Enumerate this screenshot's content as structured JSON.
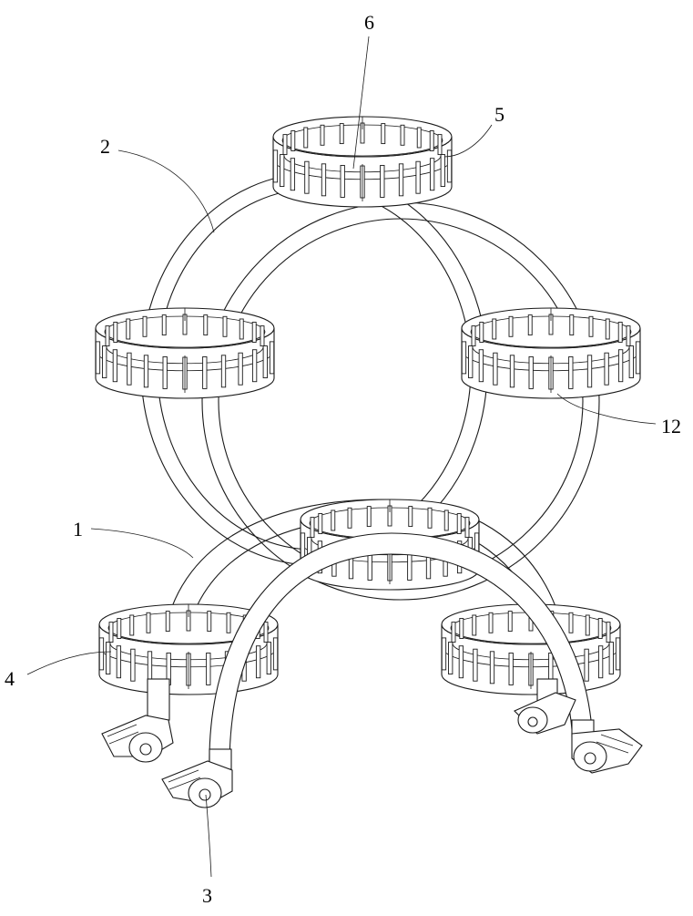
{
  "labels": {
    "l1": "1",
    "l2": "2",
    "l3": "3",
    "l4": "4",
    "l5": "5",
    "l6": "6",
    "l12": "12"
  }
}
